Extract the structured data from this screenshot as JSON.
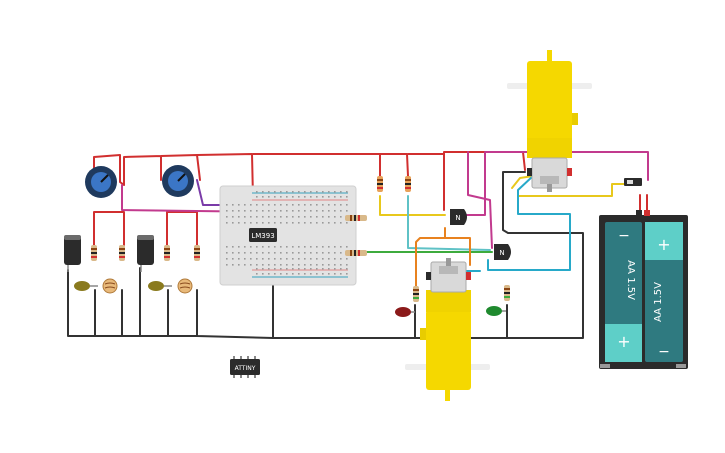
{
  "circuit": {
    "comparator_chip_label": "LM393",
    "attiny_chip_label": "ATTINY",
    "transistor_label": "N",
    "battery_label": "AA 1.5V",
    "battery_plus": "+",
    "battery_minus": "−"
  },
  "colors": {
    "wire_red": "#d12f2f",
    "wire_black": "#333333",
    "wire_magenta": "#c23a8e",
    "wire_purple": "#7a3ba8",
    "wire_yellow": "#e8c81c",
    "wire_cyan": "#27a9c9",
    "wire_green": "#3dab3d",
    "wire_orange": "#e8821f",
    "wire_teal": "#5fc2c6",
    "motor_yellow": "#f5d800",
    "battery_teal": "#2f7a80",
    "battery_light": "#5ecfc8",
    "breadboard": "#e3e3e3"
  }
}
